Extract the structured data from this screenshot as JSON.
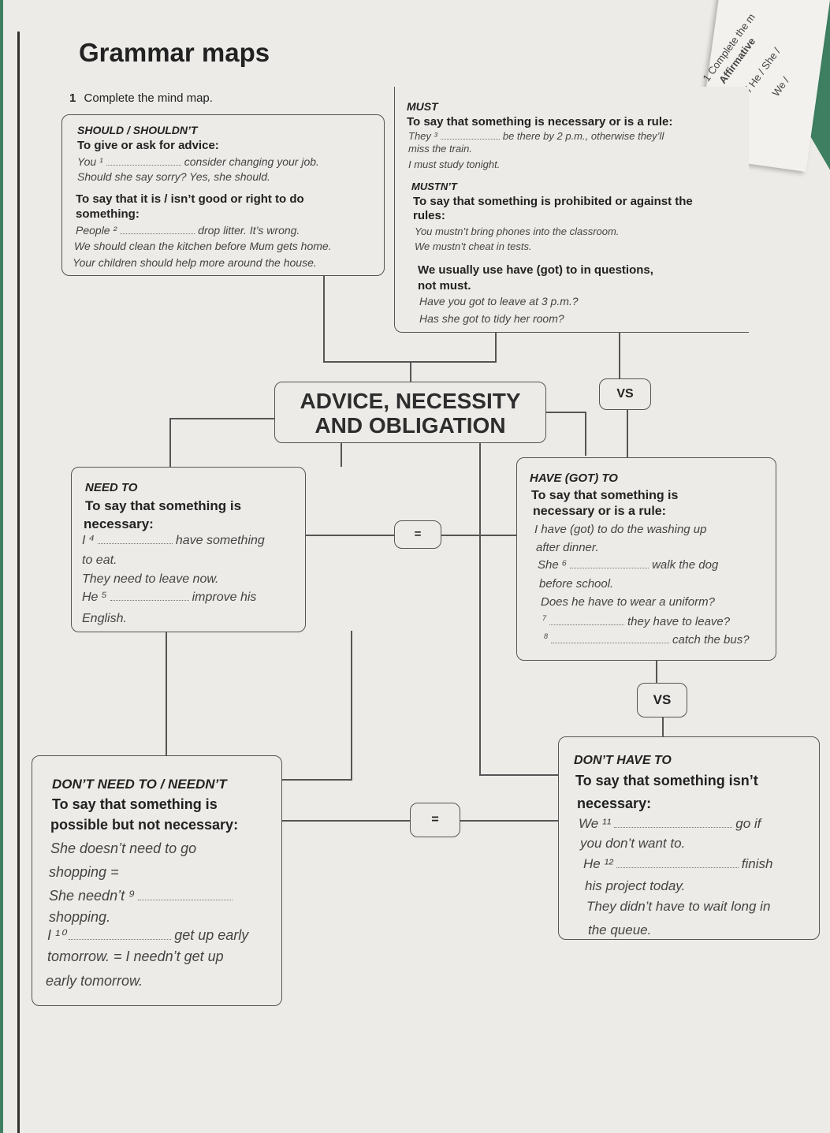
{
  "page": {
    "title": "Grammar maps",
    "exercise_number": "1",
    "instruction": "Complete the mind map.",
    "centre_label_line1": "ADVICE, NECESSITY",
    "centre_label_line2": "AND OBLIGATION",
    "vs_label": "VS",
    "equals_label": "="
  },
  "should": {
    "heading": "SHOULD / SHOULDN’T",
    "use1": "To give or ask for advice:",
    "ex1_a": "You ¹",
    "ex1_b": "consider changing your job.",
    "ex2": "Should she say sorry? Yes, she should.",
    "use2_line1": "To say that it is / isn’t good or right to do",
    "use2_line2": "something:",
    "ex3_a": "People ²",
    "ex3_b": "drop litter. It’s wrong.",
    "ex4": "We should clean the kitchen before Mum gets home.",
    "ex5": "Your children should help more around the house."
  },
  "must": {
    "heading": "MUST",
    "use1": "To say that something is necessary or is a rule:",
    "ex1_a": "They ³",
    "ex1_b": "be there by 2 p.m., otherwise they’ll",
    "ex1_c": "miss the train.",
    "ex2": "I must study tonight.",
    "heading2": "MUSTN’T",
    "use2_line1": "To say that something is prohibited or against the",
    "use2_line2": "rules:",
    "ex3": "You mustn’t bring phones into the classroom.",
    "ex4": "We mustn’t cheat in tests.",
    "note_line1": "We usually use have (got) to in questions,",
    "note_line2": "not must.",
    "ex5": "Have you got to leave at 3 p.m.?",
    "ex6": "Has she got to tidy her room?"
  },
  "need_to": {
    "heading": "NEED TO",
    "use_line1": "To say that something is",
    "use_line2": "necessary:",
    "ex1_a": "I ⁴",
    "ex1_b": "have something",
    "ex1_c": "to eat.",
    "ex2": "They need to leave now.",
    "ex3_a": "He ⁵",
    "ex3_b": "improve his",
    "ex3_c": "English."
  },
  "have_got_to": {
    "heading": "HAVE (GOT) TO",
    "use_line1": "To say that something is",
    "use_line2": "necessary or is a rule:",
    "ex1": "I have (got) to do the washing up",
    "ex1_c": "after dinner.",
    "ex2_a": "She ⁶",
    "ex2_b": "walk the dog",
    "ex2_c": "before school.",
    "ex3": "Does he have to wear a uniform?",
    "ex4_num": "7",
    "ex4_b": "they have to leave?",
    "ex5_num": "8",
    "ex5_b": "catch the bus?"
  },
  "dont_need_to": {
    "heading": "DON’T NEED TO / NEEDN’T",
    "use_line1": "To say that something is",
    "use_line2": "possible but not necessary:",
    "ex1": "She doesn’t need to go",
    "ex1_c": "shopping =",
    "ex2_a": "She needn’t ⁹",
    "ex2_c": "shopping.",
    "ex3_a": "I ¹⁰",
    "ex3_b": "get up early",
    "ex3_c": "tomorrow. = I needn’t get up",
    "ex3_d": "early tomorrow."
  },
  "dont_have_to": {
    "heading": "DON’T HAVE TO",
    "use_line1": "To say that something isn’t",
    "use_line2": "necessary:",
    "ex1_a": "We ¹¹",
    "ex1_b": "go if",
    "ex1_c": "you don’t want to.",
    "ex2_a": "He ¹²",
    "ex2_b": "finish",
    "ex2_c": "his project today.",
    "ex3": "They didn’t have to wait long in",
    "ex3_c": "the queue."
  },
  "side_page": {
    "line1": "1 Complete the m",
    "line2": "Affirmative",
    "line3": "I / He / She /",
    "line4": "We /"
  }
}
